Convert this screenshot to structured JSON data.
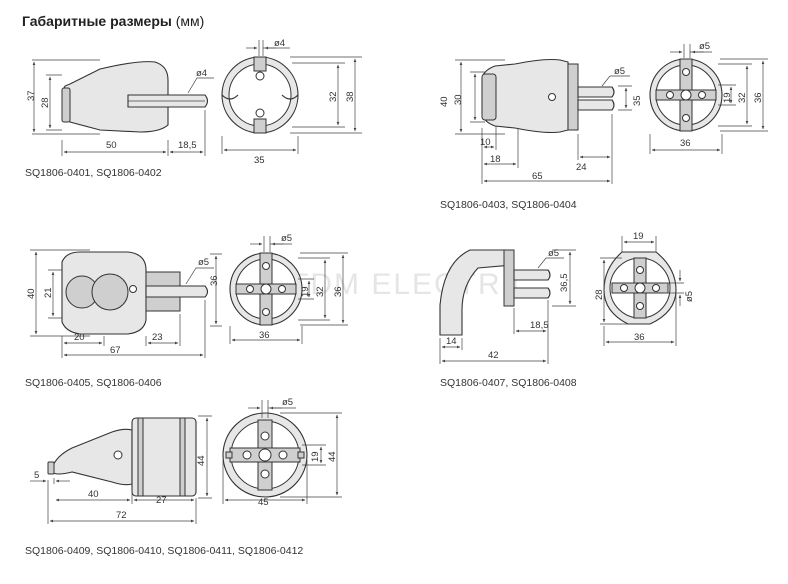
{
  "page": {
    "title": "Габаритные размеры",
    "title_unit": "(мм)",
    "watermark": "TDM ELECTRIC"
  },
  "drawings": {
    "d1": {
      "caption": "SQ1806-0401, SQ1806-0402",
      "dims": {
        "h1": "37",
        "h2": "28",
        "len": "50",
        "pin": "18,5",
        "pin_d": "ø4",
        "front_pin_d": "ø4",
        "front_w": "35",
        "front_h1": "32",
        "front_h2": "38"
      }
    },
    "d2": {
      "caption": "SQ1806-0403, SQ1806-0404",
      "dims": {
        "h1": "40",
        "h2": "30",
        "w1": "10",
        "w2": "18",
        "len": "65",
        "pin": "24",
        "pin_d": "ø5",
        "pin_h": "35",
        "front_pin_d": "ø5",
        "front_w": "36",
        "front_h1": "19",
        "front_h2": "32",
        "front_h3": "36"
      }
    },
    "d3": {
      "caption": "SQ1806-0405, SQ1806-0406",
      "dims": {
        "h1": "40",
        "h2": "21",
        "w1": "20",
        "w2": "23",
        "len": "67",
        "pin_d": "ø5",
        "pin_h": "36",
        "front_pin_d": "ø5",
        "front_w": "36",
        "front_h1": "19",
        "front_h2": "32",
        "front_h3": "36"
      }
    },
    "d4": {
      "caption": "SQ1806-0407, SQ1806-0408",
      "dims": {
        "h": "36,5",
        "w1": "14",
        "len": "42",
        "pin": "18,5",
        "pin_d": "ø5",
        "front_top": "19",
        "front_h": "28",
        "front_w": "36",
        "front_pin_d": "ø5"
      }
    },
    "d5": {
      "caption": "SQ1806-0409, SQ1806-0410, SQ1806-0411, SQ1806-0412",
      "dims": {
        "h": "44",
        "w0": "5",
        "w1": "40",
        "w2": "27",
        "len": "72",
        "front_pin_d": "ø5",
        "front_w": "45",
        "front_h1": "19",
        "front_h2": "44"
      }
    }
  }
}
